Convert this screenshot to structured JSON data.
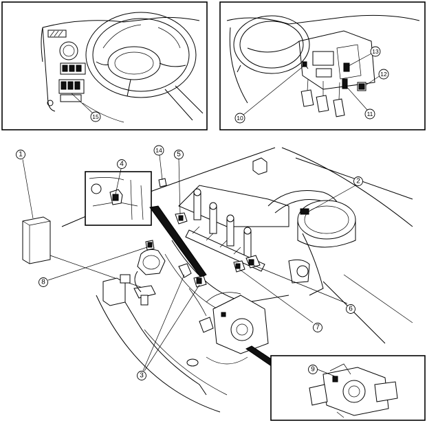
{
  "callouts": [
    {
      "id": "c1",
      "label": "1",
      "meaning": "callout"
    },
    {
      "id": "c2",
      "label": "2",
      "meaning": "callout"
    },
    {
      "id": "c3",
      "label": "3",
      "meaning": "callout"
    },
    {
      "id": "c4",
      "label": "4",
      "meaning": "callout"
    },
    {
      "id": "c5",
      "label": "5",
      "meaning": "callout"
    },
    {
      "id": "c6",
      "label": "6",
      "meaning": "callout"
    },
    {
      "id": "c7",
      "label": "7",
      "meaning": "callout"
    },
    {
      "id": "c8",
      "label": "8",
      "meaning": "callout"
    },
    {
      "id": "c9",
      "label": "9",
      "meaning": "callout"
    },
    {
      "id": "c10",
      "label": "10",
      "meaning": "callout"
    },
    {
      "id": "c11",
      "label": "11",
      "meaning": "callout"
    },
    {
      "id": "c12",
      "label": "12",
      "meaning": "callout"
    },
    {
      "id": "c13",
      "label": "13",
      "meaning": "callout"
    },
    {
      "id": "c14",
      "label": "14",
      "meaning": "callout"
    },
    {
      "id": "c15",
      "label": "15",
      "meaning": "callout"
    }
  ]
}
